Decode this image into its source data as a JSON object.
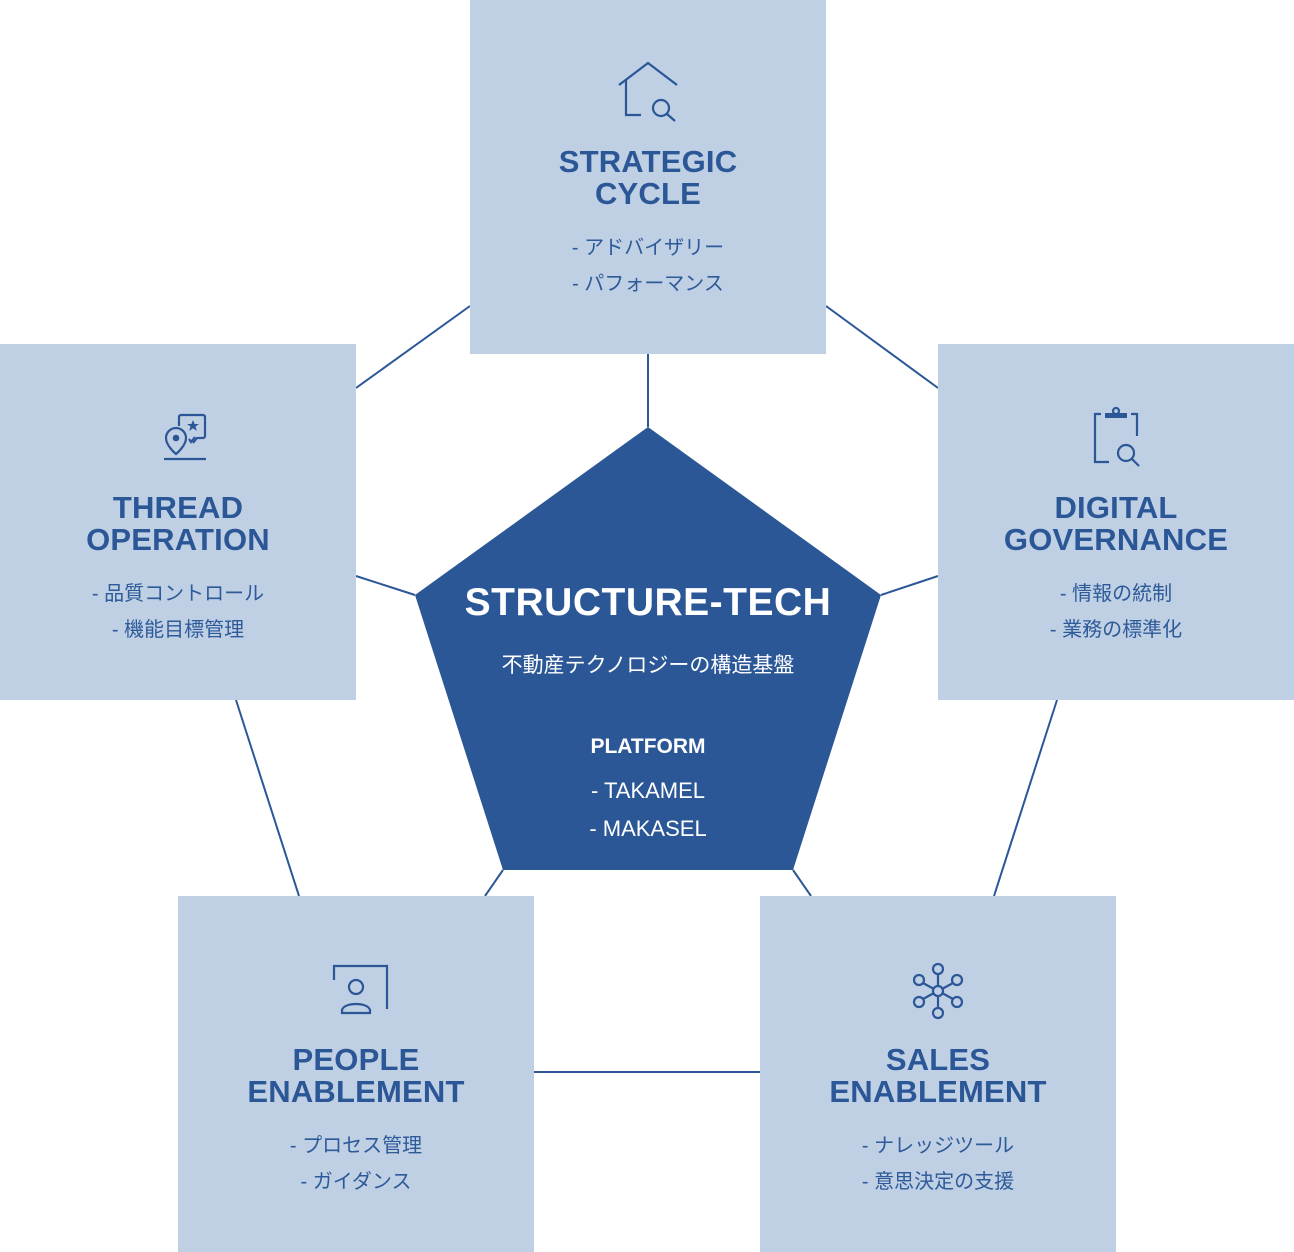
{
  "colors": {
    "accent": "#2b5797",
    "box_fill": "#bfcfe4",
    "center_fill": "#2b5797",
    "center_text": "#ffffff"
  },
  "center": {
    "title": "STRUCTURE-TECH",
    "subtitle": "不動産テクノロジーの構造基盤",
    "platform_heading": "PLATFORM",
    "platform_items": [
      "- TAKAMEL",
      "- MAKASEL"
    ]
  },
  "pillars": {
    "strategic": {
      "icon": "house-search-icon",
      "title_lines": [
        "STRATEGIC",
        "CYCLE"
      ],
      "items": [
        "- アドバイザリー",
        "- パフォーマンス"
      ]
    },
    "thread": {
      "icon": "location-review-icon",
      "title_lines": [
        "THREAD",
        "OPERATION"
      ],
      "items": [
        "- 品質コントロール",
        "- 機能目標管理"
      ]
    },
    "digital": {
      "icon": "clipboard-search-icon",
      "title_lines": [
        "DIGITAL",
        "GOVERNANCE"
      ],
      "items": [
        "- 情報の統制",
        "- 業務の標準化"
      ]
    },
    "people": {
      "icon": "user-profile-icon",
      "title_lines": [
        "PEOPLE",
        "ENABLEMENT"
      ],
      "items": [
        "- プロセス管理",
        "- ガイダンス"
      ]
    },
    "sales": {
      "icon": "network-hub-icon",
      "title_lines": [
        "SALES",
        "ENABLEMENT"
      ],
      "items": [
        "- ナレッジツール",
        "- 意思決定の支援"
      ]
    }
  }
}
